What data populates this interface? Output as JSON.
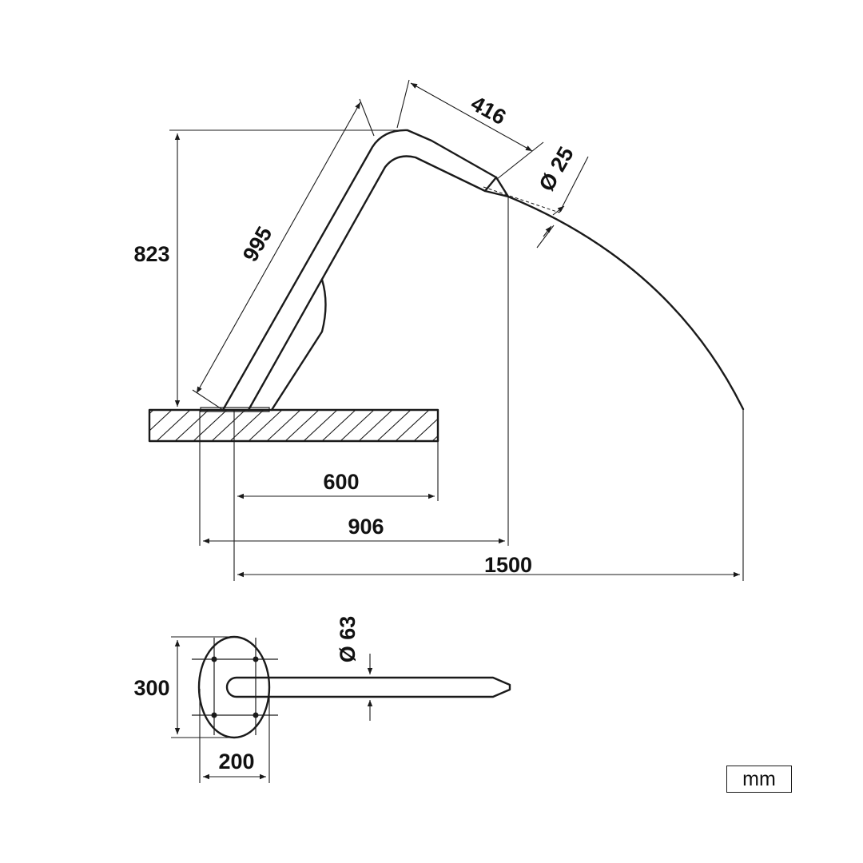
{
  "dimensions": {
    "height": "823",
    "pipe_length": "995",
    "nozzle_length": "416",
    "nozzle_diameter": "Ø 25",
    "base_to_end": "600",
    "base_to_nozzle": "906",
    "total_reach": "1500",
    "pipe_diameter": "Ø 63",
    "plate_length": "300",
    "plate_width": "200"
  },
  "unit": "mm",
  "colors": {
    "line": "#1a1a1a",
    "background": "#ffffff"
  }
}
